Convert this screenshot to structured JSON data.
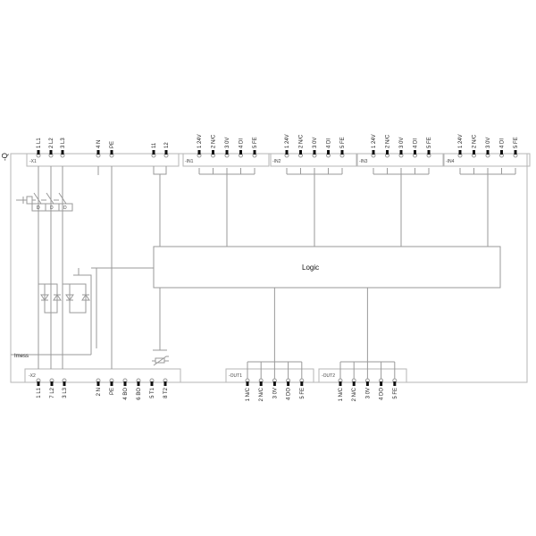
{
  "device_label": "-Q",
  "logic_label": "Logic",
  "imess_label": "Imess",
  "x1": {
    "label": "-X1",
    "terminals": [
      {
        "num": "1",
        "name": "L1"
      },
      {
        "num": "2",
        "name": "L2"
      },
      {
        "num": "3",
        "name": "L3"
      },
      {
        "num": "4",
        "name": "N"
      },
      {
        "num": "PE",
        "name": ""
      },
      {
        "num": "11",
        "name": ""
      },
      {
        "num": "12",
        "name": ""
      }
    ]
  },
  "x2": {
    "label": "-X2",
    "terminals": [
      {
        "num": "1",
        "name": "L1"
      },
      {
        "num": "7",
        "name": "L2"
      },
      {
        "num": "3",
        "name": "L3"
      },
      {
        "num": "2",
        "name": "N"
      },
      {
        "num": "PE",
        "name": ""
      },
      {
        "num": "4",
        "name": "BO"
      },
      {
        "num": "6",
        "name": "BO"
      },
      {
        "num": "5",
        "name": "T1"
      },
      {
        "num": "8",
        "name": "T2"
      }
    ]
  },
  "inputs": [
    {
      "label": "-IN1",
      "terminals": [
        {
          "num": "1",
          "name": "24V"
        },
        {
          "num": "2",
          "name": "N/C"
        },
        {
          "num": "3",
          "name": "0V"
        },
        {
          "num": "4",
          "name": "DI"
        },
        {
          "num": "5",
          "name": "FE"
        }
      ]
    },
    {
      "label": "-IN2",
      "terminals": [
        {
          "num": "1",
          "name": "24V"
        },
        {
          "num": "2",
          "name": "N/C"
        },
        {
          "num": "3",
          "name": "0V"
        },
        {
          "num": "4",
          "name": "DI"
        },
        {
          "num": "5",
          "name": "FE"
        }
      ]
    },
    {
      "label": "-IN3",
      "terminals": [
        {
          "num": "1",
          "name": "24V"
        },
        {
          "num": "2",
          "name": "N/C"
        },
        {
          "num": "3",
          "name": "0V"
        },
        {
          "num": "4",
          "name": "DI"
        },
        {
          "num": "5",
          "name": "FE"
        }
      ]
    },
    {
      "label": "-IN4",
      "terminals": [
        {
          "num": "1",
          "name": "24V"
        },
        {
          "num": "2",
          "name": "N/C"
        },
        {
          "num": "3",
          "name": "0V"
        },
        {
          "num": "4",
          "name": "DI"
        },
        {
          "num": "5",
          "name": "FE"
        }
      ]
    }
  ],
  "outputs": [
    {
      "label": "-OUT1",
      "terminals": [
        {
          "num": "1",
          "name": "N/C"
        },
        {
          "num": "2",
          "name": "N/C"
        },
        {
          "num": "3",
          "name": "0V"
        },
        {
          "num": "4",
          "name": "DO"
        },
        {
          "num": "5",
          "name": "FE"
        }
      ]
    },
    {
      "label": "-OUT2",
      "terminals": [
        {
          "num": "1",
          "name": "N/C"
        },
        {
          "num": "2",
          "name": "N/C"
        },
        {
          "num": "3",
          "name": "0V"
        },
        {
          "num": "4",
          "name": "DO"
        },
        {
          "num": "5",
          "name": "FE"
        }
      ]
    }
  ],
  "contactor_labels": [
    "D",
    "D",
    "D"
  ]
}
